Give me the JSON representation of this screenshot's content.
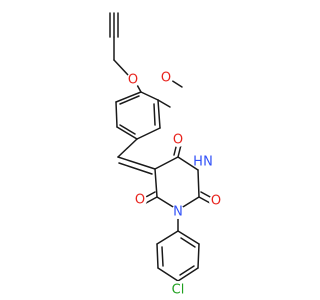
{
  "molecule": {
    "atoms": {
      "o_methoxy": {
        "text": "O",
        "color": "#e8231d"
      },
      "o_propargyl": {
        "text": "O",
        "color": "#e8231d"
      },
      "o_c4": {
        "text": "O",
        "color": "#e8231d"
      },
      "o_c2": {
        "text": "O",
        "color": "#e8231d"
      },
      "o_c6": {
        "text": "O",
        "color": "#e8231d"
      },
      "n_h": {
        "text": "H",
        "color": "#3050f8"
      },
      "n_h_n": {
        "text": "N",
        "color": "#3050f8"
      },
      "n_aryl": {
        "text": "N",
        "color": "#3050f8"
      },
      "cl": {
        "text": "Cl",
        "color": "#1fa01f"
      }
    }
  }
}
